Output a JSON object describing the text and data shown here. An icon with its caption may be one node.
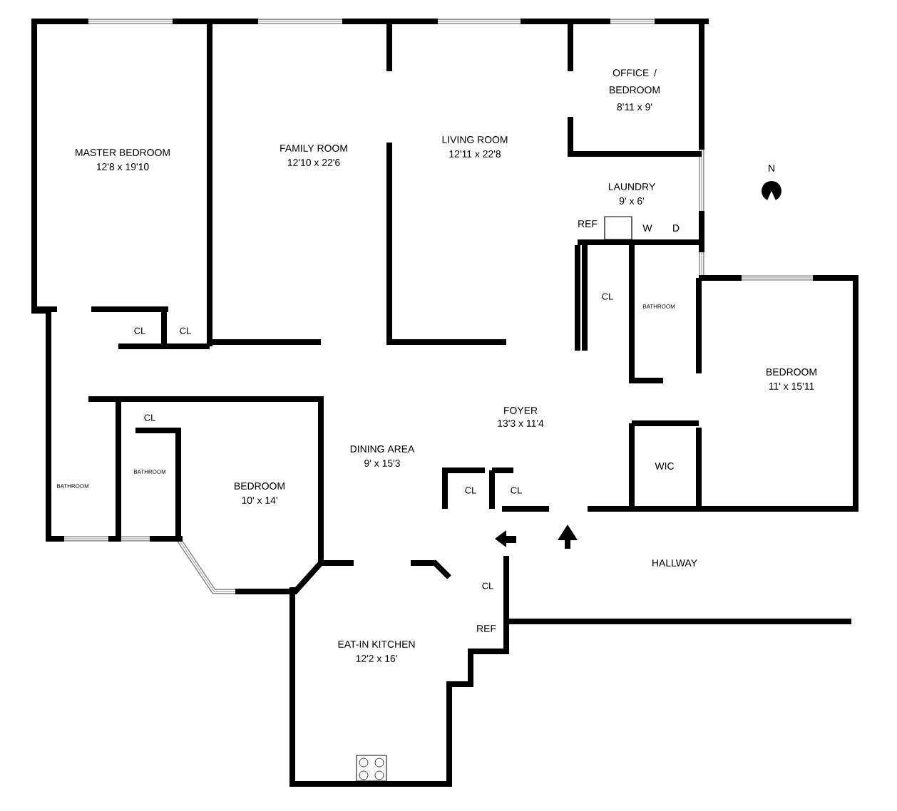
{
  "diagram": {
    "labels": [
      "MASTER BEDROOM",
      "12'8 x 19'10",
      "FAMILY ROOM",
      "12'10 x 22'6",
      "LIVING ROOM",
      "12'11 x 22'8",
      "OFFICE / BEDROOM",
      "8'11 x 9'",
      "LAUNDRY",
      "9' x 6'",
      "N",
      "REF",
      "W",
      "D",
      "CL",
      "CL",
      "CL",
      "BATHROOM",
      "BEDROOM",
      "11' x 15'11",
      "FOYER",
      "13'3 x 11'4",
      "CL",
      "BATHROOM",
      "BATHROOM",
      "DINING AREA",
      "9' x 15'3",
      "BEDROOM",
      "10' x 14'",
      "WIC",
      "CL",
      "CL",
      "HALLWAY",
      "CL",
      "REF",
      "EAT-IN KITCHEN",
      "12'2 x 16'"
    ]
  }
}
